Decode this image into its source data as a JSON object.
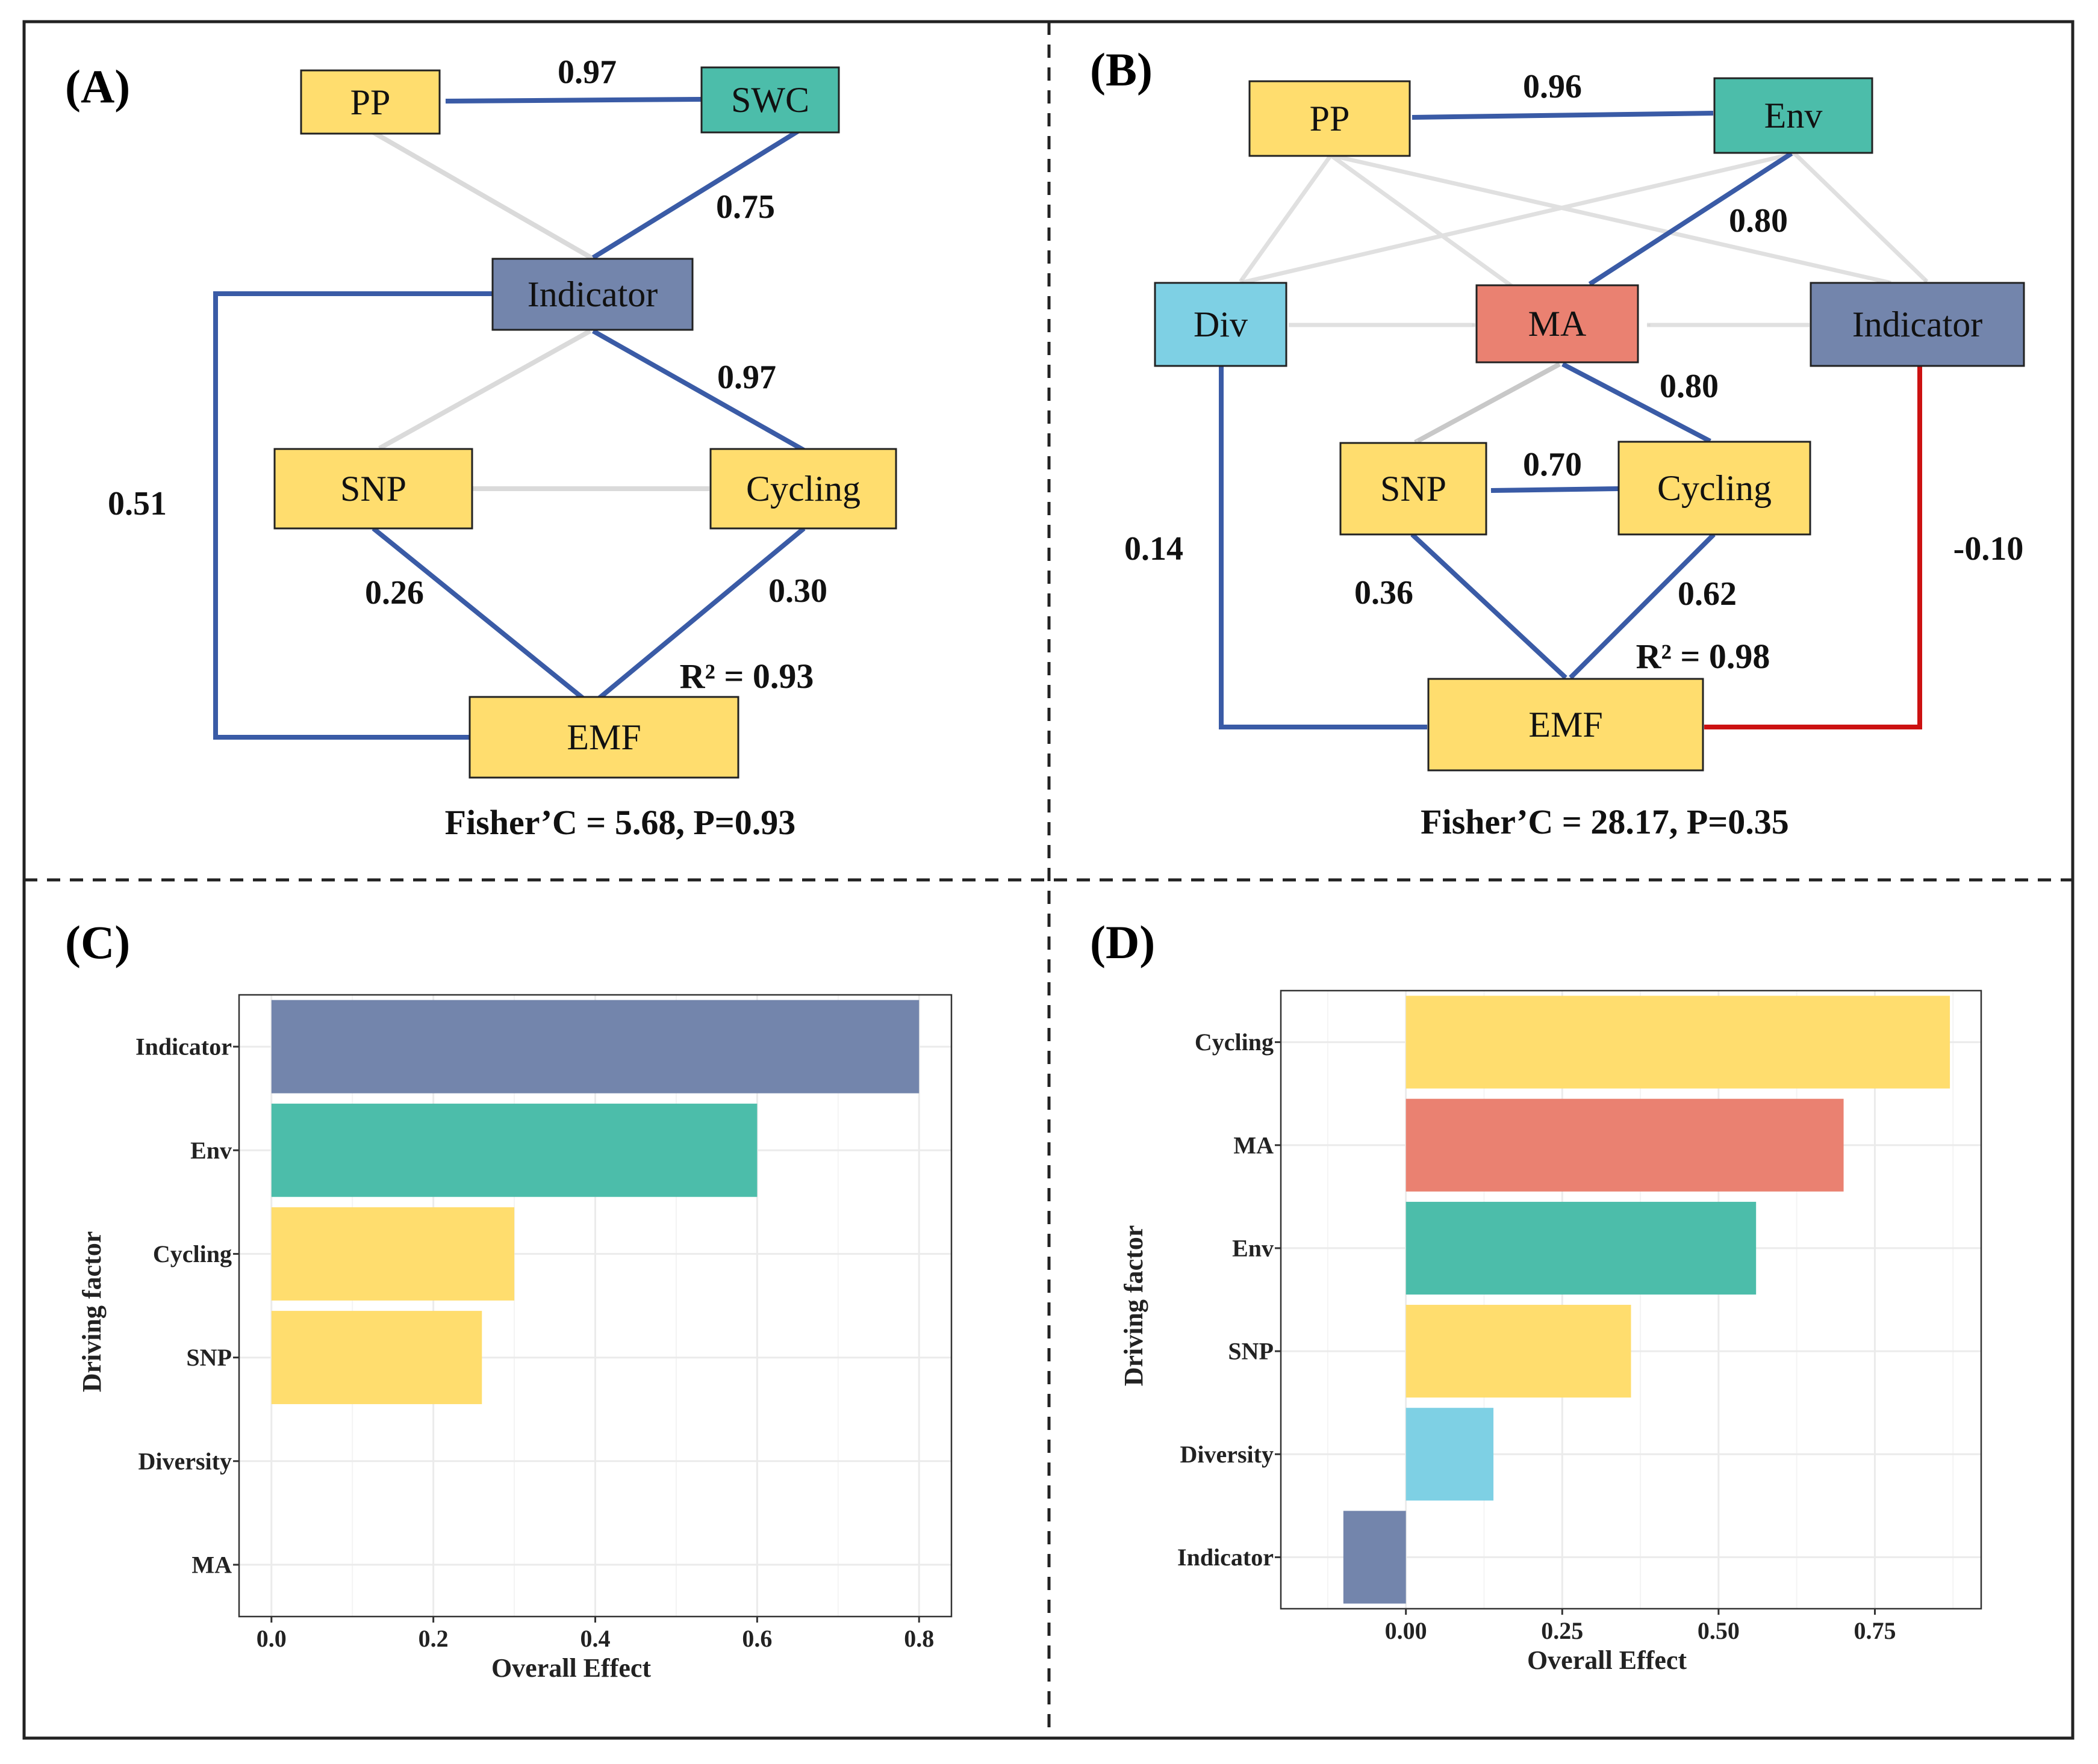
{
  "colors": {
    "yellow": "#FFDD6E",
    "teal": "#4CBDAA",
    "slate": "#7385AC",
    "coral": "#EA8171",
    "sky": "#7ED0E4",
    "positive_path": "#3A5BA6",
    "negative_path": "#CC1111",
    "non_significant_path": "#DADADA"
  },
  "panels": {
    "A": {
      "tag": "(A)",
      "nodes": {
        "pp": "PP",
        "swc": "SWC",
        "indicator": "Indicator",
        "snp": "SNP",
        "cycling": "Cycling",
        "emf": "EMF"
      },
      "paths": [
        {
          "from": "SWC",
          "to": "PP",
          "coef": "0.97",
          "sign": "positive"
        },
        {
          "from": "SWC",
          "to": "Indicator",
          "coef": "0.75",
          "sign": "positive"
        },
        {
          "from": "Indicator",
          "to": "Cycling",
          "coef": "0.97",
          "sign": "positive"
        },
        {
          "from": "Indicator",
          "to": "EMF",
          "coef": "0.51",
          "sign": "positive"
        },
        {
          "from": "SNP",
          "to": "EMF",
          "coef": "0.26",
          "sign": "positive"
        },
        {
          "from": "Cycling",
          "to": "EMF",
          "coef": "0.30",
          "sign": "positive"
        }
      ],
      "r2": "R² = 0.93",
      "fit": "Fisher’C = 5.68, P=0.93"
    },
    "B": {
      "tag": "(B)",
      "nodes": {
        "pp": "PP",
        "env": "Env",
        "div": "Div",
        "ma": "MA",
        "indicator": "Indicator",
        "snp": "SNP",
        "cycling": "Cycling",
        "emf": "EMF"
      },
      "paths": [
        {
          "from": "Env",
          "to": "PP",
          "coef": "0.96",
          "sign": "positive"
        },
        {
          "from": "Env",
          "to": "MA",
          "coef": "0.80",
          "sign": "positive"
        },
        {
          "from": "MA",
          "to": "Cycling",
          "coef": "0.80",
          "sign": "positive"
        },
        {
          "from": "Cycling",
          "to": "SNP",
          "coef": "0.70",
          "sign": "positive"
        },
        {
          "from": "Div",
          "to": "EMF",
          "coef": "0.14",
          "sign": "positive"
        },
        {
          "from": "SNP",
          "to": "EMF",
          "coef": "0.36",
          "sign": "positive"
        },
        {
          "from": "Cycling",
          "to": "EMF",
          "coef": "0.62",
          "sign": "positive"
        },
        {
          "from": "Indicator",
          "to": "EMF",
          "coef": "-0.10",
          "sign": "negative"
        }
      ],
      "r2": "R² = 0.98",
      "fit": "Fisher’C = 28.17, P=0.35"
    },
    "C": {
      "tag": "(C)"
    },
    "D": {
      "tag": "(D)"
    }
  },
  "chart_data": [
    {
      "panel": "C",
      "type": "bar",
      "orientation": "horizontal",
      "categories": [
        "Indicator",
        "Env",
        "Cycling",
        "SNP",
        "Diversity",
        "MA"
      ],
      "values": [
        0.8,
        0.6,
        0.3,
        0.26,
        0.0,
        0.0
      ],
      "bar_colors": [
        "#7385AC",
        "#4CBDAA",
        "#FFDD6E",
        "#FFDD6E",
        "#7ED0E4",
        "#EA8171"
      ],
      "xlabel": "Overall Effect",
      "ylabel": "Driving factor",
      "xlim": [
        -0.04,
        0.84
      ],
      "xticks": [
        0.0,
        0.2,
        0.4,
        0.6,
        0.8
      ],
      "xtick_labels": [
        "0.0",
        "0.2",
        "0.4",
        "0.6",
        "0.8"
      ],
      "grid": true,
      "legend": "none"
    },
    {
      "panel": "D",
      "type": "bar",
      "orientation": "horizontal",
      "categories": [
        "Cycling",
        "MA",
        "Env",
        "SNP",
        "Diversity",
        "Indicator"
      ],
      "values": [
        0.87,
        0.7,
        0.56,
        0.36,
        0.14,
        -0.1
      ],
      "bar_colors": [
        "#FFDD6E",
        "#EA8171",
        "#4CBDAA",
        "#FFDD6E",
        "#7ED0E4",
        "#7385AC"
      ],
      "xlabel": "Overall Effect",
      "ylabel": "Driving factor",
      "xlim": [
        -0.2,
        0.92
      ],
      "xticks": [
        0.0,
        0.25,
        0.5,
        0.75
      ],
      "xtick_labels": [
        "0.00",
        "0.25",
        "0.50",
        "0.75"
      ],
      "grid": true,
      "legend": "none"
    }
  ]
}
